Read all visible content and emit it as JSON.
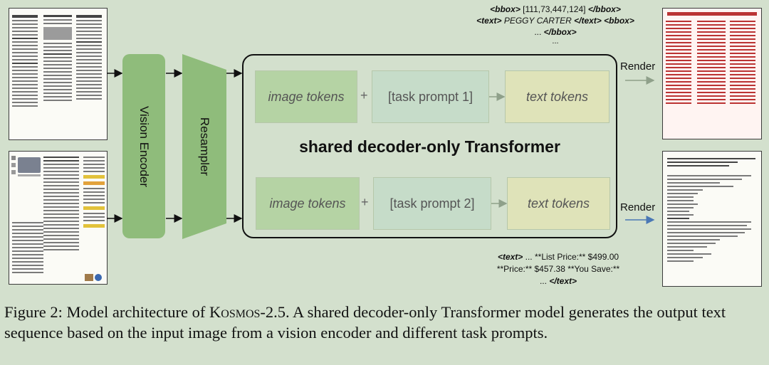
{
  "encoder": {
    "vision_label": "Vision Encoder",
    "resampler_label": "Resampler"
  },
  "transformer": {
    "title": "shared decoder-only Transformer",
    "row1": {
      "image_tokens": "image tokens",
      "plus": "+",
      "task_prompt": "[task prompt 1]",
      "text_tokens": "text tokens"
    },
    "row2": {
      "image_tokens": "image tokens",
      "plus": "+",
      "task_prompt": "[task prompt 2]",
      "text_tokens": "text tokens"
    }
  },
  "render": {
    "top_label": "Render",
    "bottom_label": "Render"
  },
  "annotations": {
    "top": {
      "line1_tag_open": "<bbox>",
      "line1_value": "[111,73,447,124]",
      "line1_tag_close": "</bbox>",
      "line2_tag_open": "<text>",
      "line2_value": "PEGGY CARTER",
      "line2_tag_close": "</text>",
      "line2_tag_next": "<bbox>",
      "line3_prefix": "...",
      "line3_tag": "</bbox>",
      "line4": "..."
    },
    "bottom": {
      "line1_tag": "<text>",
      "line1_value": "... **List Price:** $499.00",
      "line2": "**Price:**  $457.38 **You Save:**",
      "line3_prefix": "...",
      "line3_tag": "</text>"
    }
  },
  "caption": {
    "prefix": "Figure 2: Model architecture of K",
    "smallcaps": "osmos",
    "suffix": "-2.5. A shared decoder-only Transformer model generates the output text sequence based on the input image from a vision encoder and different task prompts."
  },
  "colors": {
    "background": "#d3e0cd",
    "stage_green": "#8fbc7b",
    "image_tokens": "#b5d3a4",
    "task_prompt": "#c6dcc9",
    "text_tokens": "#dfe3b9",
    "arrow_blue": "#4a78b5"
  }
}
